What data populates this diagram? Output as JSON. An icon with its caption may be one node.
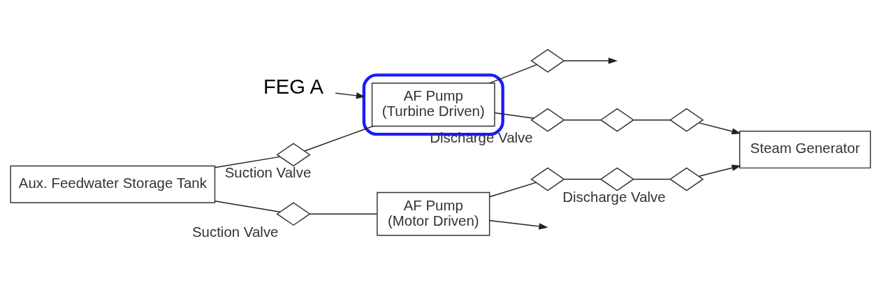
{
  "diagram": {
    "nodes": [
      {
        "text": [
          "FEG A"
        ]
      },
      {
        "text": [],
        "shape": "outline"
      },
      {
        "text": [],
        "shape": "valve"
      },
      {
        "text": [
          "Aux. Feedwater Storage Tank"
        ]
      },
      {
        "text": [],
        "shape": "valve",
        "beside": [
          "Suction Valve"
        ]
      },
      {
        "text": [
          "AF Pump",
          "(Turbine Driven)"
        ],
        "in": 1
      },
      {
        "text": [],
        "shape": "valve",
        "beside": [
          "Discharge Valve"
        ]
      },
      {
        "text": [],
        "shape": "valve"
      },
      {
        "text": [],
        "shape": "valve"
      },
      {
        "text": [],
        "shape": "valve",
        "beside": [
          "Suction Valve"
        ]
      },
      {
        "text": [
          "AF Pump",
          "(Motor Driven)"
        ]
      },
      {
        "text": [],
        "shape": "valve",
        "beside": [
          "Discharge Valve"
        ]
      },
      {
        "text": [],
        "shape": "valve"
      },
      {
        "text": [],
        "shape": "valve"
      },
      {
        "text": [
          "Steam Generator"
        ]
      }
    ],
    "edges": [
      {
        "from": 0,
        "to": 1,
        "arrow": "to"
      },
      {
        "from": 3,
        "to": 4,
        "arrow": "none"
      },
      {
        "from": 4,
        "to": 5,
        "arrow": "none"
      },
      {
        "from": 5,
        "to": 6,
        "arrow": "none"
      },
      {
        "from": 6,
        "to": 7,
        "arrow": "none"
      },
      {
        "from": 7,
        "to": 8,
        "arrow": "none"
      },
      {
        "from": 8,
        "to": 14,
        "arrow": "to"
      },
      {
        "from": 5,
        "to": 2,
        "arrow": "none"
      },
      {
        "from": 2,
        "to": null,
        "arrow": "to"
      },
      {
        "from": 3,
        "to": 9,
        "arrow": "none"
      },
      {
        "from": 9,
        "to": 10,
        "arrow": "none"
      },
      {
        "from": 10,
        "to": 11,
        "arrow": "none"
      },
      {
        "from": 11,
        "to": 12,
        "arrow": "none"
      },
      {
        "from": 12,
        "to": 13,
        "arrow": "none"
      },
      {
        "from": 13,
        "to": 14,
        "arrow": "to"
      },
      {
        "from": 10,
        "to": null,
        "arrow": "to"
      }
    ]
  }
}
